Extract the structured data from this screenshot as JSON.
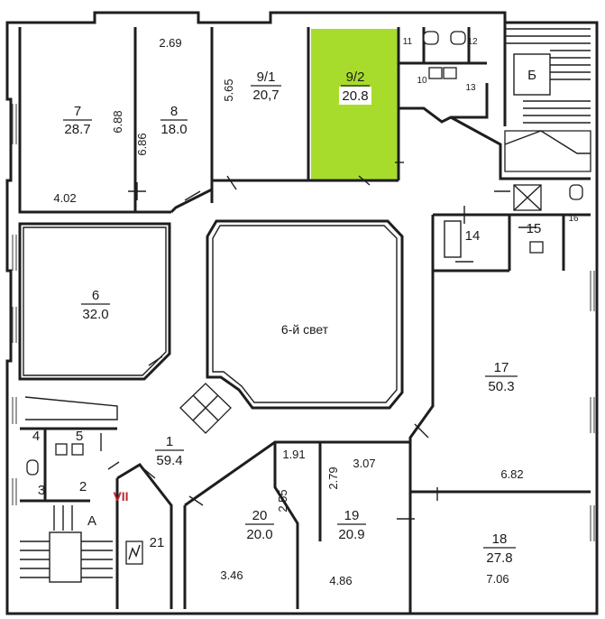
{
  "colors": {
    "highlight": "#a8dc2c",
    "wall": "#1e1e1e",
    "window": "#5a5a5a",
    "roman_label": "#c0282e"
  },
  "rooms": [
    {
      "id": "r7",
      "number": "7",
      "area": "28.7"
    },
    {
      "id": "r8",
      "number": "8",
      "area": "18.0"
    },
    {
      "id": "r9_1",
      "number": "9/1",
      "area": "20,7"
    },
    {
      "id": "r9_2",
      "number": "9/2",
      "area": "20.8",
      "highlighted": true
    },
    {
      "id": "r6",
      "number": "6",
      "area": "32.0"
    },
    {
      "id": "r17",
      "number": "17",
      "area": "50.3"
    },
    {
      "id": "r1",
      "number": "1",
      "area": "59.4"
    },
    {
      "id": "r20",
      "number": "20",
      "area": "20.0"
    },
    {
      "id": "r19",
      "number": "19",
      "area": "20.9"
    },
    {
      "id": "r18",
      "number": "18",
      "area": "27.8"
    }
  ],
  "small_rooms": [
    "11",
    "12",
    "10",
    "13",
    "14",
    "15",
    "16",
    "4",
    "5",
    "3",
    "2",
    "21"
  ],
  "dimensions": [
    "2.69",
    "5.65",
    "6.88",
    "6.86",
    "4.02",
    "1.91",
    "2.55",
    "2.79",
    "3.07",
    "6.82",
    "3.46",
    "4.86",
    "7.06"
  ],
  "atrium_label": "6-й свет",
  "stair_labels": [
    "Б",
    "А"
  ],
  "roman_label": "VII"
}
